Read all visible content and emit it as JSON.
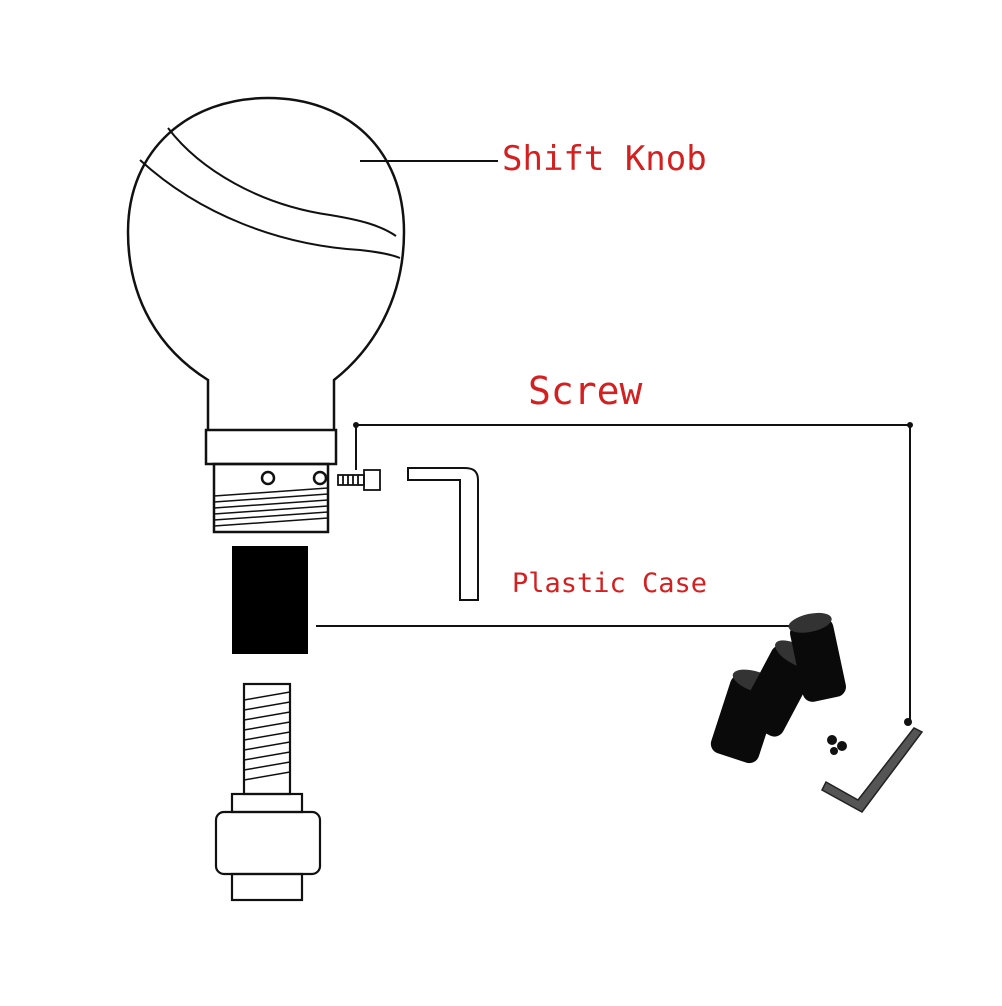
{
  "diagram": {
    "labels": {
      "shift_knob": "Shift Knob",
      "screw": "Screw",
      "plastic_case": "Plastic Case"
    },
    "colors": {
      "label_text": "#d42020",
      "line": "#111111",
      "part_fill": "#000000",
      "background": "#ffffff"
    }
  }
}
